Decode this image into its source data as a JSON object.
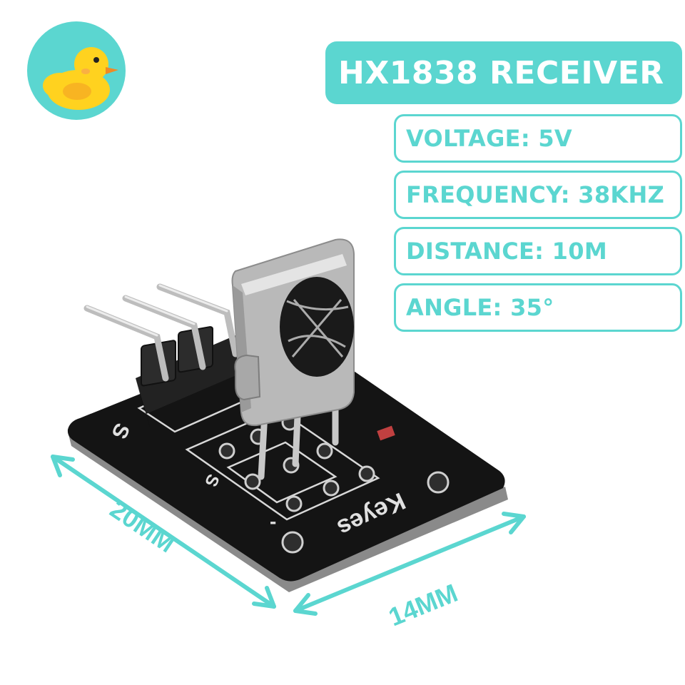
{
  "brand": {
    "logo_icon": "duck-icon",
    "accent_color": "#5bd6d0"
  },
  "title": "HX1838 RECEIVER",
  "specs": {
    "voltage": "VOLTAGE: 5V",
    "frequency": "FREQUENCY: 38KHZ",
    "distance": "DISTANCE: 10M",
    "angle": "ANGLE: 35°"
  },
  "dimensions": {
    "length": "20MM",
    "width": "14MM"
  },
  "board": {
    "brand_text": "Keyes",
    "pin_label_s": "S",
    "pin_label_minus": "-"
  }
}
